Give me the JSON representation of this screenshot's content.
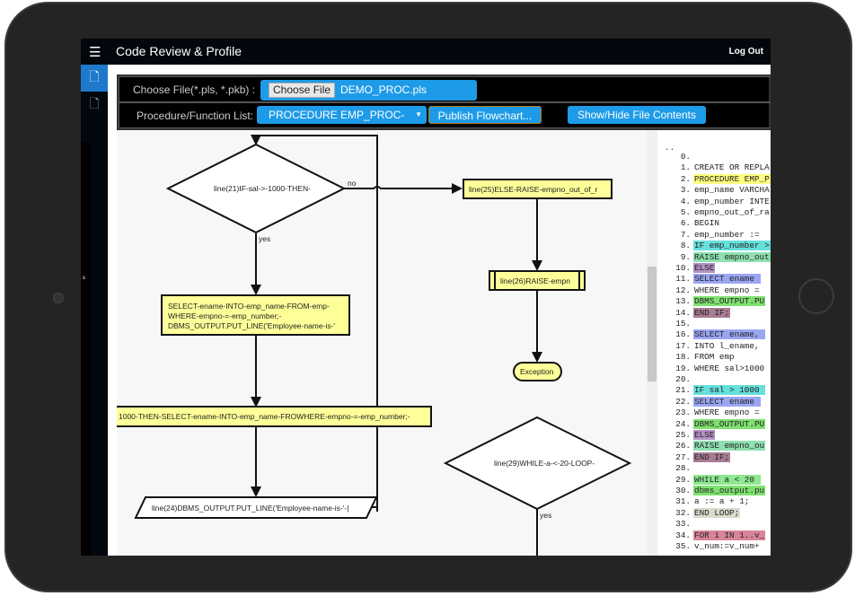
{
  "header": {
    "menu_icon": "hamburger-icon",
    "title": "Code Review & Profile",
    "logout": "Log Out"
  },
  "sidebar": {
    "items": [
      {
        "icon": "file-icon",
        "active": true
      },
      {
        "icon": "file-icon",
        "active": false
      }
    ],
    "fragment": "s"
  },
  "toolbar": {
    "file_label": "Choose File(*.pls, *.pkb) :",
    "choose_button": "Choose File",
    "file_name": "DEMO_PROC.pls",
    "proc_label": "Procedure/Function List:",
    "proc_selected": "PROCEDURE EMP_PROC-",
    "publish_button": "Publish Flowchart...",
    "show_hide_button": "Show/Hide File Contents"
  },
  "flowchart": {
    "decision1": "line(21)IF-sal->-1000-THEN-",
    "no_label": "no",
    "yes_label": "yes",
    "process1": [
      "SELECT-ename-INTO-emp_name-FROM-emp-",
      "WHERE-empno-=-emp_number;-",
      "DBMS_OUTPUT.PUT_LINE('Employee-name-is-'"
    ],
    "process2": "1000-THEN-SELECT-ename-INTO-emp_name-FROWHERE-empno-=-emp_number;-",
    "output1": "line(24)DBMS_OUTPUT.PUT_LINE('Employee-name-is-'-|",
    "else1": "line(25)ELSE-RAISE-empno_out_of_r",
    "raise1": "line(26)RAISE-empn",
    "terminal": "Exception",
    "decision2": "line(29)WHILE-a-<-20-LOOP-",
    "yes_label2": "yes",
    "colors": {
      "process": "#ffff99",
      "decision": "#ffffff"
    }
  },
  "code": {
    "top_marks": "..",
    "lines": [
      {
        "n": "0.",
        "t": ""
      },
      {
        "n": "1.",
        "t": "CREATE OR REPLA"
      },
      {
        "n": "2.",
        "t": "PROCEDURE EMP_P",
        "c": "#ffff80"
      },
      {
        "n": "3.",
        "t": "emp_name VARCHA"
      },
      {
        "n": "4.",
        "t": "emp_number INTE"
      },
      {
        "n": "5.",
        "t": "empno_out_of_ra"
      },
      {
        "n": "6.",
        "t": "BEGIN"
      },
      {
        "n": "7.",
        "t": "emp_number := "
      },
      {
        "n": "8.",
        "t": "IF emp_number >",
        "c": "#66e0dc"
      },
      {
        "n": "9.",
        "t": "RAISE empno_out",
        "c": "#8ee0b0"
      },
      {
        "n": "10.",
        "t": "ELSE",
        "c": "#b391c4"
      },
      {
        "n": "11.",
        "t": "SELECT ename ",
        "c": "#9aa6f2"
      },
      {
        "n": "12.",
        "t": "WHERE empno = "
      },
      {
        "n": "13.",
        "t": "DBMS_OUTPUT.PU",
        "c": "#7fe070"
      },
      {
        "n": "14.",
        "t": "END IF;",
        "c": "#a87c94"
      },
      {
        "n": "15.",
        "t": ""
      },
      {
        "n": "16.",
        "t": "SELECT ename, ",
        "c": "#9aa6f2"
      },
      {
        "n": "17.",
        "t": "INTO l_ename, "
      },
      {
        "n": "18.",
        "t": "FROM emp"
      },
      {
        "n": "19.",
        "t": "WHERE sal>1000"
      },
      {
        "n": "20.",
        "t": ""
      },
      {
        "n": "21.",
        "t": "IF sal > 1000 ",
        "c": "#66e0dc"
      },
      {
        "n": "22.",
        "t": "SELECT ename ",
        "c": "#9aa6f2"
      },
      {
        "n": "23.",
        "t": "WHERE empno = "
      },
      {
        "n": "24.",
        "t": "DBMS_OUTPUT.PU",
        "c": "#7fe070"
      },
      {
        "n": "25.",
        "t": "ELSE",
        "c": "#b391c4"
      },
      {
        "n": "26.",
        "t": "RAISE empno_ou",
        "c": "#8ee0b0"
      },
      {
        "n": "27.",
        "t": "END IF;",
        "c": "#a87c94"
      },
      {
        "n": "28.",
        "t": ""
      },
      {
        "n": "29.",
        "t": "WHILE a < 20 ",
        "c": "#8ee890"
      },
      {
        "n": "30.",
        "t": "dbms_output.pu",
        "c": "#7fe070"
      },
      {
        "n": "31.",
        "t": "a := a + 1;"
      },
      {
        "n": "32.",
        "t": "END LOOP;",
        "c": "#d8dccc"
      },
      {
        "n": "33.",
        "t": ""
      },
      {
        "n": "34.",
        "t": "FOR i IN 1..v_",
        "c": "#d8849a"
      },
      {
        "n": "35.",
        "t": "v_num:=v_num+"
      }
    ]
  }
}
